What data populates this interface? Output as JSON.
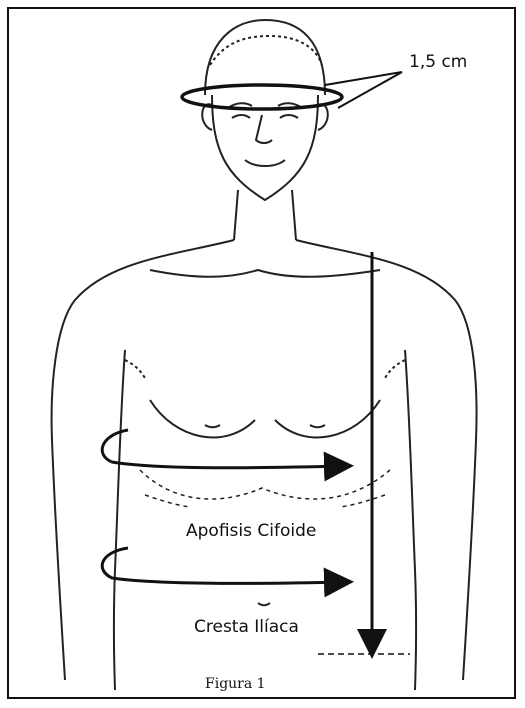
{
  "labels": {
    "head_measure": "1,5 cm",
    "xiphoid": "Apofisis Cifoide",
    "iliac_crest": "Cresta Ilíaca",
    "caption": "Figura 1"
  },
  "colors": {
    "line": "#111111",
    "background": "#ffffff"
  }
}
